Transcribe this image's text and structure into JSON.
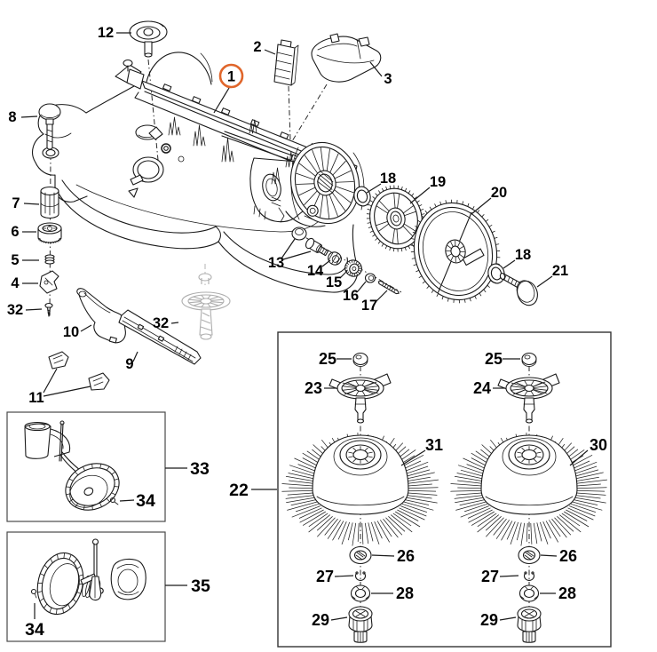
{
  "diagram": {
    "type": "exploded-parts-diagram",
    "colors": {
      "line": "#1a1a1a",
      "ghost": "#aeaeae",
      "highlight": "#e0662b",
      "background": "#ffffff",
      "box_border": "#4a4a4a"
    },
    "highlighted_callout": "1",
    "callouts": {
      "c1": "1",
      "c2": "2",
      "c3": "3",
      "c4": "4",
      "c5": "5",
      "c6": "6",
      "c7": "7",
      "c8": "8",
      "c9": "9",
      "c10": "10",
      "c11": "11",
      "c12": "12",
      "c13": "13",
      "c14": "14",
      "c15": "15",
      "c16": "16",
      "c17": "17",
      "c18a": "18",
      "c18b": "18",
      "c19": "19",
      "c20": "20",
      "c21": "21",
      "c22": "22",
      "c23": "23",
      "c24": "24",
      "c25l": "25",
      "c25r": "25",
      "c26l": "26",
      "c26r": "26",
      "c27l": "27",
      "c27r": "27",
      "c28l": "28",
      "c28r": "28",
      "c29l": "29",
      "c29r": "29",
      "c30": "30",
      "c31": "31",
      "c32a": "32",
      "c32b": "32",
      "c33": "33",
      "c34a": "34",
      "c34b": "34",
      "c35": "35"
    }
  }
}
